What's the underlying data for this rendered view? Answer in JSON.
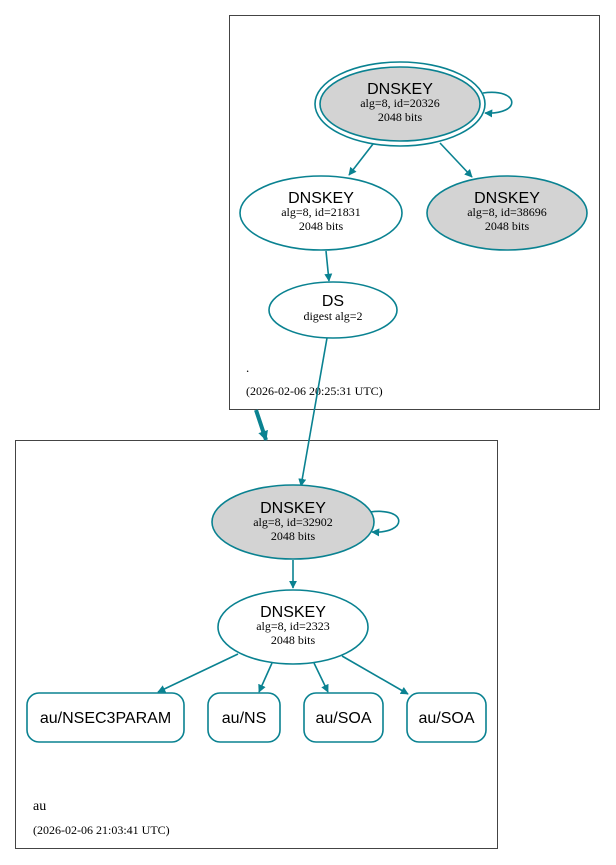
{
  "colors": {
    "edge": "#0a8291",
    "zone_border": "#444444",
    "node_fill_sep": "#d3d3d3",
    "node_fill": "#ffffff",
    "text": "#000000"
  },
  "zones": {
    "root": {
      "name": ".",
      "timestamp": "(2026-02-06 20:25:31 UTC)"
    },
    "au": {
      "name": "au",
      "timestamp": "(2026-02-06 21:03:41 UTC)"
    }
  },
  "nodes": {
    "root_ksk": {
      "title": "DNSKEY",
      "line1": "alg=8, id=20326",
      "line2": "2048 bits"
    },
    "root_zsk1": {
      "title": "DNSKEY",
      "line1": "alg=8, id=21831",
      "line2": "2048 bits"
    },
    "root_zsk2": {
      "title": "DNSKEY",
      "line1": "alg=8, id=38696",
      "line2": "2048 bits"
    },
    "ds": {
      "title": "DS",
      "line1": "digest alg=2"
    },
    "au_ksk": {
      "title": "DNSKEY",
      "line1": "alg=8, id=32902",
      "line2": "2048 bits"
    },
    "au_zsk": {
      "title": "DNSKEY",
      "line1": "alg=8, id=2323",
      "line2": "2048 bits"
    },
    "rr_nsec3param": {
      "label": "au/NSEC3PARAM"
    },
    "rr_ns": {
      "label": "au/NS"
    },
    "rr_soa1": {
      "label": "au/SOA"
    },
    "rr_soa2": {
      "label": "au/SOA"
    }
  }
}
